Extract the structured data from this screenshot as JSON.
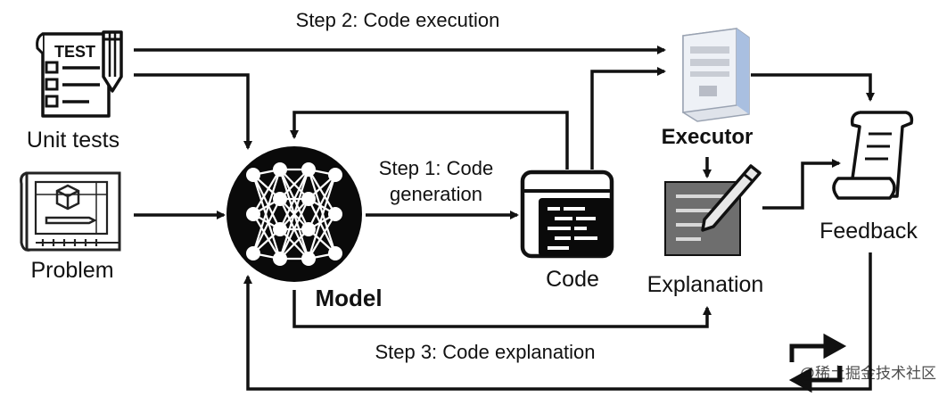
{
  "labels": {
    "step2": "Step 2: Code execution",
    "step1_line1": "Step 1: Code",
    "step1_line2": "generation",
    "step3": "Step 3: Code explanation",
    "unit_tests": "Unit tests",
    "problem": "Problem",
    "model": "Model",
    "code": "Code",
    "executor": "Executor",
    "explanation": "Explanation",
    "feedback": "Feedback",
    "test_badge": "TEST"
  },
  "watermark": "@稀土掘金技术社区",
  "colors": {
    "ink": "#111111",
    "model_fill": "#0a0a0a",
    "server_gray": "#c8ccd4",
    "server_blue": "#a9bfe0",
    "explanation_gray": "#6e6e6e",
    "blueprint_line": "#222222"
  },
  "icons": {
    "unit_tests": "checklist-pencil-icon",
    "problem": "blueprint-icon",
    "model": "neural-network-icon",
    "code": "code-window-icon",
    "executor": "server-tower-icon",
    "explanation": "notepad-pen-icon",
    "feedback": "scroll-icon",
    "loop": "swap-arrows-icon"
  }
}
